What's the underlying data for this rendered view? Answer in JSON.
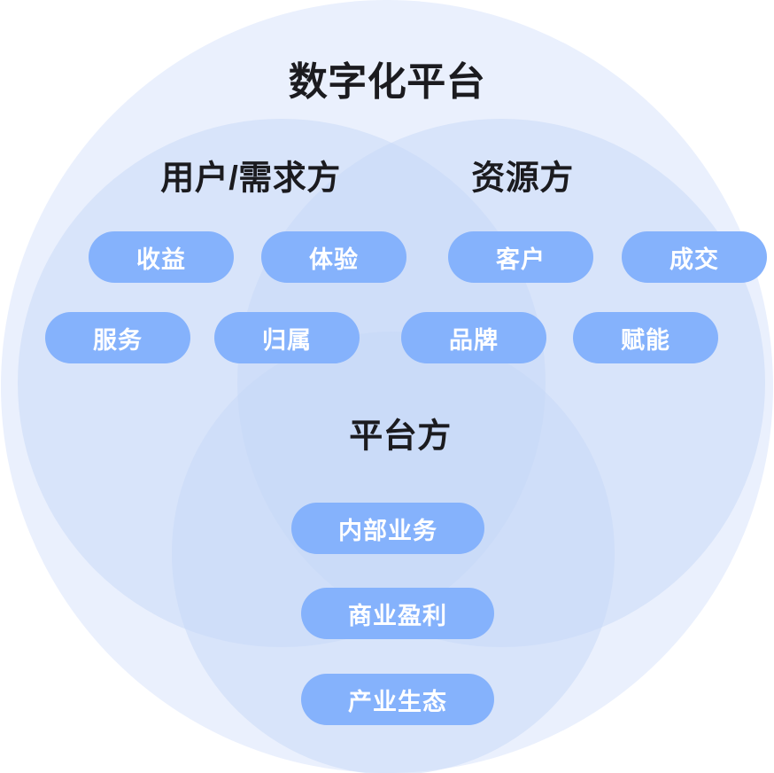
{
  "diagram": {
    "type": "venn",
    "title": "数字化平台",
    "background_color": "#ffffff",
    "colors": {
      "outer_circle": "#e8eefc",
      "inner_circle": "#dbe6fb",
      "pill": "#85b2fc",
      "pill_text": "#ffffff",
      "heading_text": "#1b1b1f"
    },
    "sets": [
      {
        "id": "user-demand",
        "label": "用户/需求方",
        "items": [
          "收益",
          "体验",
          "服务",
          "归属"
        ]
      },
      {
        "id": "resource",
        "label": "资源方",
        "items": [
          "客户",
          "成交",
          "品牌",
          "赋能"
        ]
      },
      {
        "id": "platform",
        "label": "平台方",
        "items": [
          "内部业务",
          "商业盈利",
          "产业生态"
        ]
      }
    ]
  },
  "headings": {
    "main": "数字化平台",
    "left": "用户/需求方",
    "right": "资源方",
    "bottom": "平台方"
  },
  "pills": {
    "row1": [
      {
        "label": "收益"
      },
      {
        "label": "体验"
      },
      {
        "label": "客户"
      },
      {
        "label": "成交"
      }
    ],
    "row2": [
      {
        "label": "服务"
      },
      {
        "label": "归属"
      },
      {
        "label": "品牌"
      },
      {
        "label": "赋能"
      }
    ],
    "bottom": [
      {
        "label": "内部业务"
      },
      {
        "label": "商业盈利"
      },
      {
        "label": "产业生态"
      }
    ]
  }
}
